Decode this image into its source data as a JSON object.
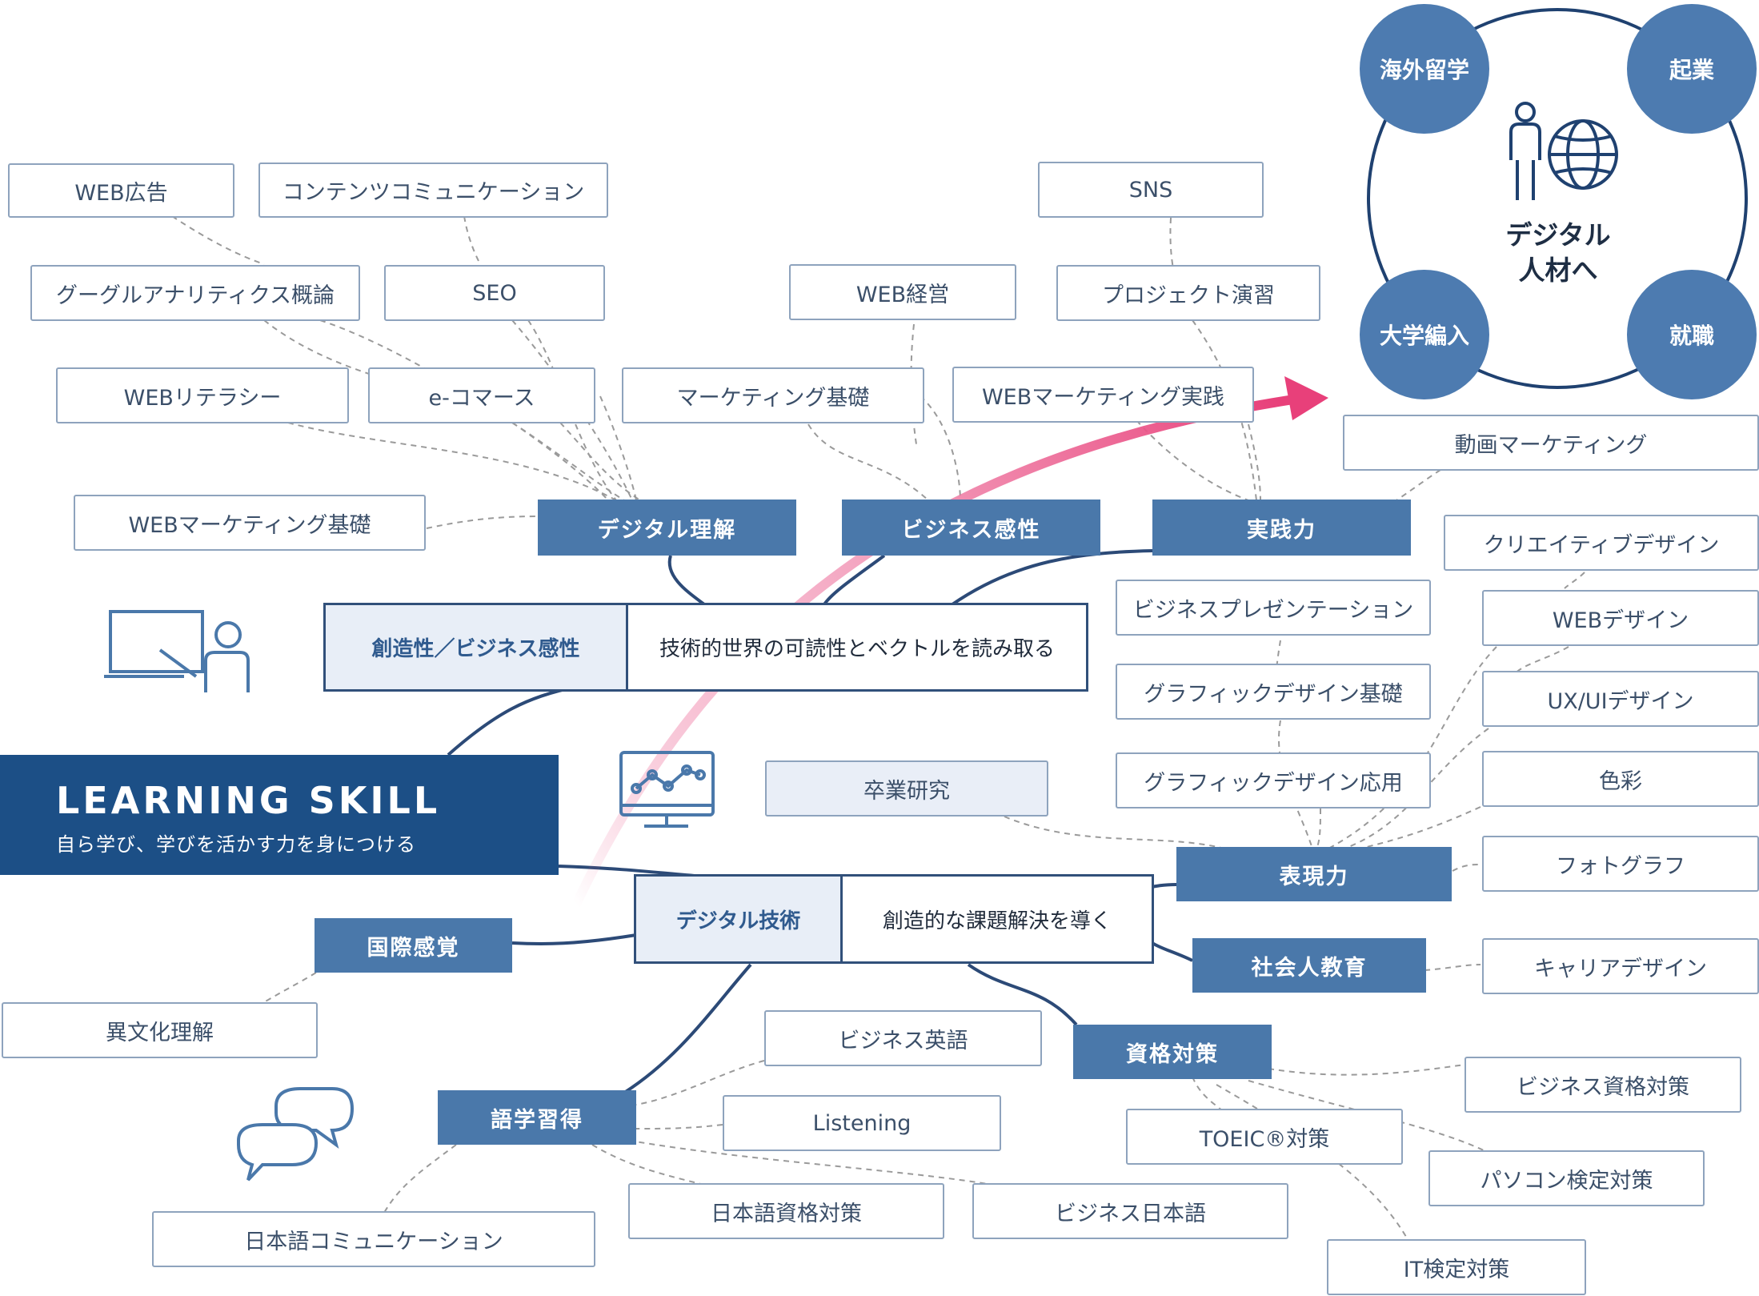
{
  "hero": {
    "title": "LEARNING SKILL",
    "subtitle": "自ら学び、学びを活かす力を身につける"
  },
  "central_upper": {
    "left": "創造性／ビジネス感性",
    "right": "技術的世界の可読性とベクトルを読み取る"
  },
  "central_lower": {
    "left": "デジタル技術",
    "right": "創造的な課題解決を導く"
  },
  "categories": {
    "digital_understanding": "デジタル理解",
    "business_sense": "ビジネス感性",
    "practical": "実践力",
    "expression": "表現力",
    "social_education": "社会人教育",
    "certification": "資格対策",
    "language": "語学習得",
    "international": "国際感覚"
  },
  "graduation_research": "卒業研究",
  "topics": {
    "web_ad": "WEB広告",
    "content_comm": "コンテンツコミュニケーション",
    "google_analytics": "グーグルアナリティクス概論",
    "seo": "SEO",
    "web_literacy": "WEBリテラシー",
    "ecommerce": "e-コマース",
    "web_marketing_basic": "WEBマーケティング基礎",
    "web_management": "WEB経営",
    "marketing_basic": "マーケティング基礎",
    "sns": "SNS",
    "project_exercise": "プロジェクト演習",
    "web_marketing_practice": "WEBマーケティング実践",
    "video_marketing": "動画マーケティング",
    "creative_design": "クリエイティブデザイン",
    "web_design": "WEBデザイン",
    "uxui_design": "UX/UIデザイン",
    "color": "色彩",
    "photograph": "フォトグラフ",
    "business_presentation": "ビジネスプレゼンテーション",
    "graphic_basic": "グラフィックデザイン基礎",
    "graphic_applied": "グラフィックデザイン応用",
    "career_design": "キャリアデザイン",
    "business_english": "ビジネス英語",
    "listening": "Listening",
    "japanese_cert": "日本語資格対策",
    "business_japanese": "ビジネス日本語",
    "japanese_comm": "日本語コミュニケーション",
    "toeic": "TOEIC®対策",
    "business_cert": "ビジネス資格対策",
    "pc_cert": "パソコン検定対策",
    "it_cert": "IT検定対策",
    "intercultural": "異文化理解"
  },
  "outcomes": {
    "title_line1": "デジタル",
    "title_line2": "人材へ",
    "study_abroad": "海外留学",
    "startup": "起業",
    "transfer": "大学編入",
    "employment": "就職"
  },
  "colors": {
    "navy": "#1c4f86",
    "category": "#4a78aa",
    "accent_arrow": "#e8407a",
    "line": "#2c4a77",
    "dashed": "#9a9a9a"
  }
}
